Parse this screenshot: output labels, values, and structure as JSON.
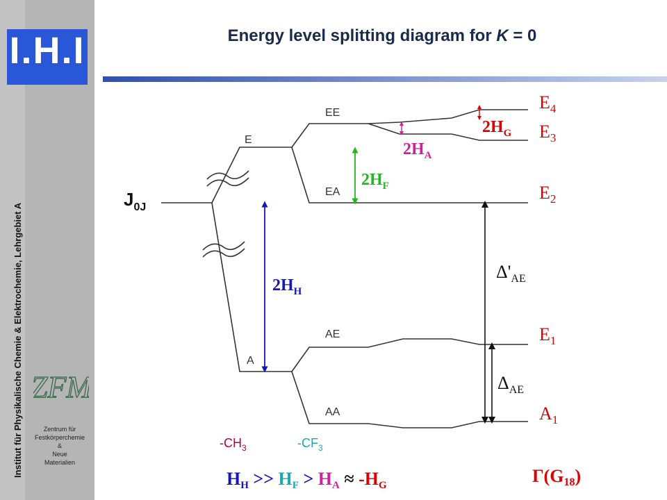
{
  "sidebar": {
    "institute": "Institut für Physikalische Chemie & Elektrochemie, Lehrgebiet A",
    "logo_text": "I.H.I",
    "zfm": {
      "logo_text": "ZFM",
      "caption": [
        "Zentrum für",
        "Festkörperchemie",
        "&",
        "Neue",
        "Materialien"
      ]
    }
  },
  "title": {
    "text": "Energy level splitting diagram for ",
    "var": "K",
    "rest": " = 0"
  },
  "diagram": {
    "levels": {
      "j0j": {
        "main": "J",
        "sub": "0J"
      },
      "E": "E",
      "A": "A",
      "EE": "EE",
      "EA": "EA",
      "AE": "AE",
      "AA": "AA"
    },
    "states": {
      "E4": {
        "main": "E",
        "sub": "4"
      },
      "E3": {
        "main": "E",
        "sub": "3"
      },
      "E2": {
        "main": "E",
        "sub": "2"
      },
      "E1": {
        "main": "E",
        "sub": "1"
      },
      "A1": {
        "main": "A",
        "sub": "1"
      }
    },
    "splittings": {
      "HG": {
        "main": "2H",
        "sub": "G",
        "color": "#dc0000"
      },
      "HA": {
        "main": "2H",
        "sub": "A",
        "color": "#d01f9a"
      },
      "HF": {
        "main": "2H",
        "sub": "F",
        "color": "#1fb81f"
      },
      "HH": {
        "main": "2H",
        "sub": "H",
        "color": "#1616b8"
      }
    },
    "deltas": {
      "prime": {
        "main": "Δ'",
        "sub": "AE"
      },
      "plain": {
        "main": "Δ",
        "sub": "AE"
      }
    },
    "groups": {
      "ch3": {
        "main": "-CH",
        "sub": "3",
        "color": "#b00050"
      },
      "cf3": {
        "main": "-CF",
        "sub": "3",
        "color": "#19a8b4"
      }
    },
    "relation": {
      "h_main": "H",
      "h_sub": "H",
      "gt1": " >> ",
      "f_main": "H",
      "f_sub": "F",
      "gt2": " > ",
      "a_main": "H",
      "a_sub": "A",
      "approx": " ≈ ",
      "g_main": "-H",
      "g_sub": "G"
    },
    "group_symbol": {
      "main": "Γ(G",
      "sub": "18",
      "close": ")"
    },
    "colors": {
      "state": "#dc0000",
      "HH_color": "#1616b8",
      "HF_color": "#19a8b4",
      "HA_color": "#d01f9a",
      "HG_color": "#dc0000",
      "line": "#333333"
    }
  }
}
